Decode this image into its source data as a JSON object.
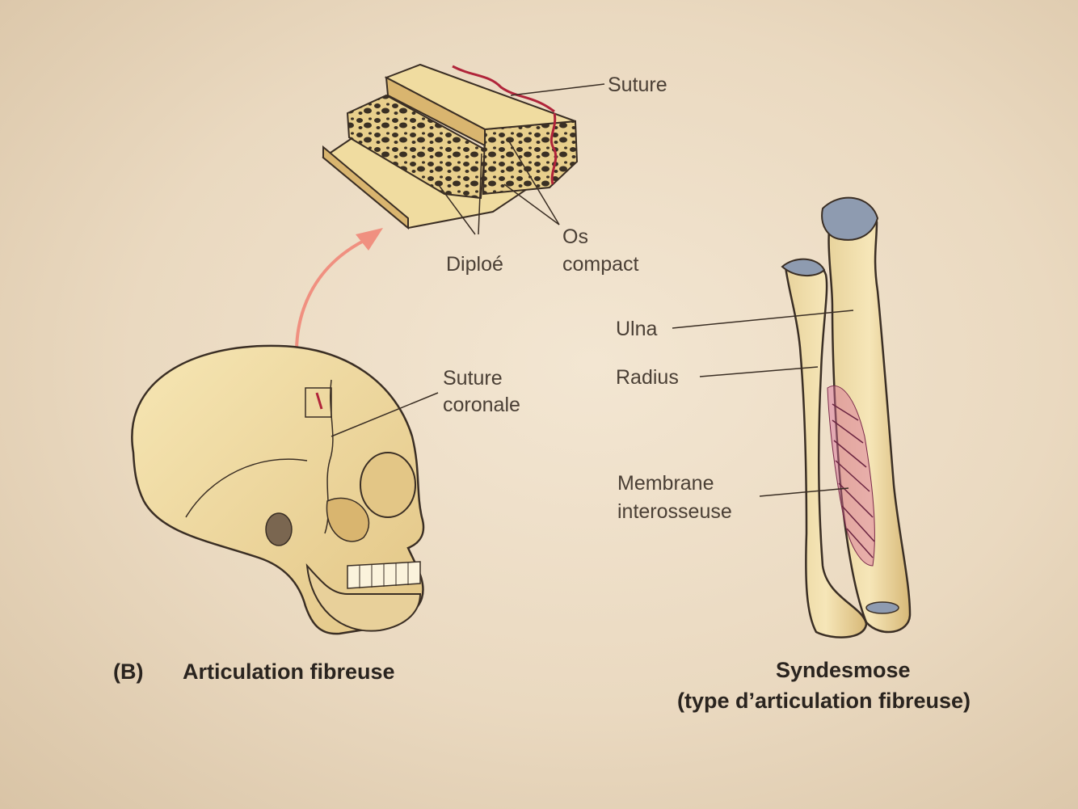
{
  "labels": {
    "suture": "Suture",
    "os_compact_1": "Os",
    "os_compact_2": "compact",
    "diploe": "Diploé",
    "suture_coronale_1": "Suture",
    "suture_coronale_2": "coronale",
    "ulna": "Ulna",
    "radius": "Radius",
    "membrane_1": "Membrane",
    "membrane_2": "interosseuse"
  },
  "captions": {
    "panel_letter": "(B)",
    "left_title": "Articulation fibreuse",
    "right_title_1": "Syndesmose",
    "right_title_2": "(type d’articulation fibreuse)"
  },
  "colors": {
    "bone": "#f0dca0",
    "bone_shade": "#d9b56f",
    "outline": "#3a2e24",
    "suture_red": "#b0243a",
    "arrow": "#f09080",
    "cartilage_gray": "#8e9bb0",
    "membrane_pink": "#d66a9a"
  }
}
